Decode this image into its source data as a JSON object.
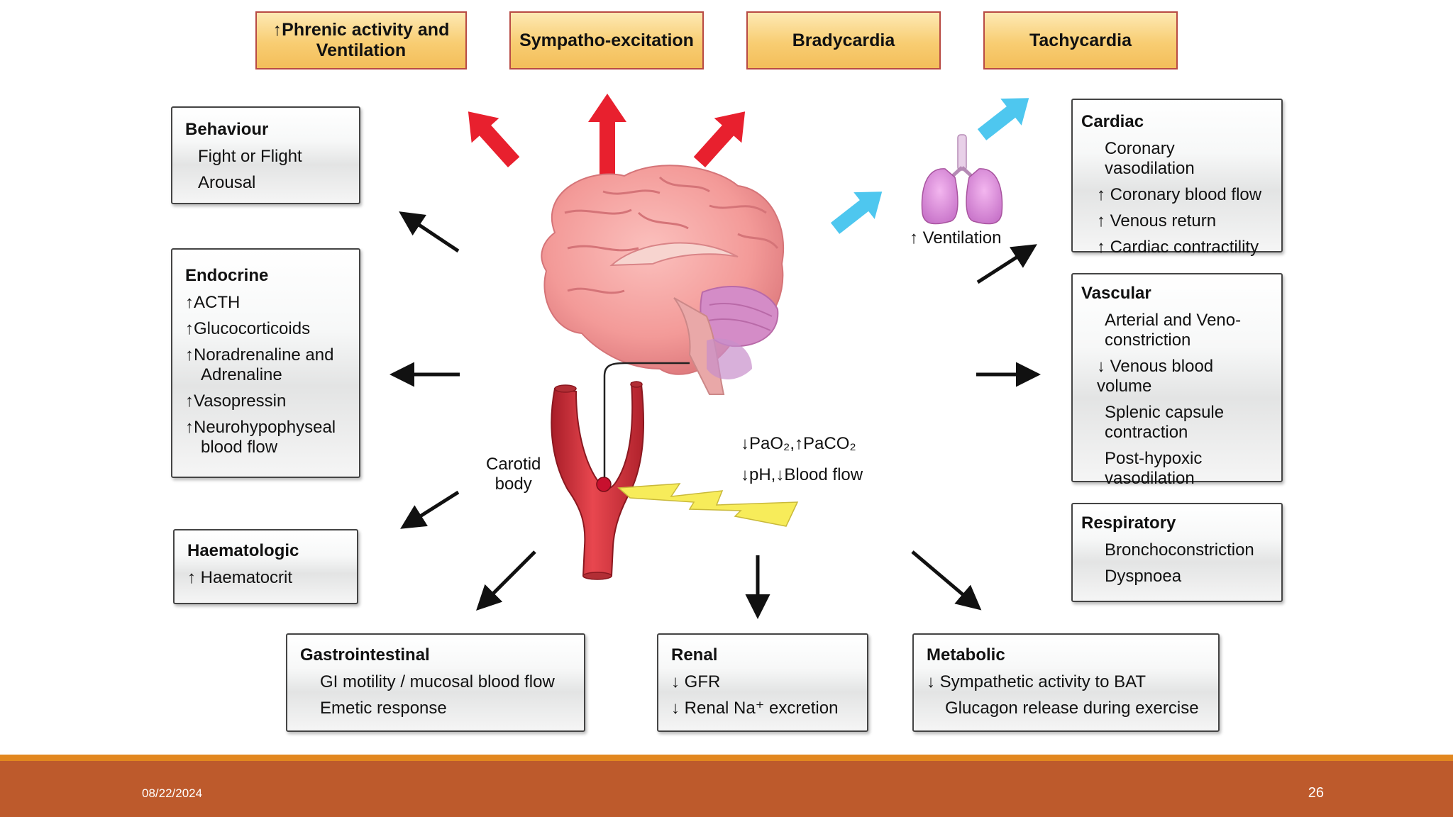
{
  "top_effects": [
    "↑Phrenic activity and\nVentilation",
    "Sympatho-excitation",
    "Bradycardia",
    "Tachycardia"
  ],
  "behaviour": {
    "title": "Behaviour",
    "items": [
      "Fight or Flight",
      "Arousal"
    ]
  },
  "endocrine": {
    "title": "Endocrine",
    "items": [
      "↑ACTH",
      "↑Glucocorticoids",
      "↑Noradrenaline and\nAdrenaline",
      "↑Vasopressin",
      "↑Neurohypophyseal\nblood flow"
    ]
  },
  "haematologic": {
    "title": "Haematologic",
    "items": [
      "↑ Haematocrit"
    ]
  },
  "gastrointestinal": {
    "title": "Gastrointestinal",
    "items": [
      "GI motility / mucosal blood flow",
      "Emetic response"
    ]
  },
  "renal": {
    "title": "Renal",
    "items": [
      "↓ GFR",
      "↓ Renal Na⁺ excretion"
    ]
  },
  "metabolic": {
    "title": "Metabolic",
    "items": [
      "↓ Sympathetic activity to BAT",
      "Glucagon release during exercise"
    ]
  },
  "cardiac": {
    "title": "Cardiac",
    "items": [
      "Coronary vasodilation",
      "↑ Coronary blood flow",
      "↑ Venous return",
      "↑ Cardiac contractility"
    ]
  },
  "vascular": {
    "title": "Vascular",
    "items": [
      "Arterial and Veno-\nconstriction",
      "↓ Venous blood volume",
      "Splenic capsule\ncontraction",
      "Post-hypoxic\nvasodilation"
    ]
  },
  "respiratory": {
    "title": "Respiratory",
    "items": [
      "Bronchoconstriction",
      "Dyspnoea"
    ]
  },
  "labels": {
    "ventilation": "↑ Ventilation",
    "carotid_body": "Carotid\nbody",
    "stimuli_line1": "↓PaO₂,↑PaCO₂",
    "stimuli_line2": "↓pH,↓Blood flow"
  },
  "footer": {
    "date": "08/22/2024",
    "page": "26"
  },
  "colors": {
    "red_arrow": "#e8202e",
    "blue_arrow": "#4ec7ef",
    "black_arrow": "#111111",
    "brain": "#f39a98",
    "artery": "#d3333c",
    "lightning": "#f7ec5a",
    "lungs": "#d98ad8",
    "top_box_border": "#b84a44",
    "footer": "#bd5a2c",
    "footer_line": "#e2871f"
  }
}
